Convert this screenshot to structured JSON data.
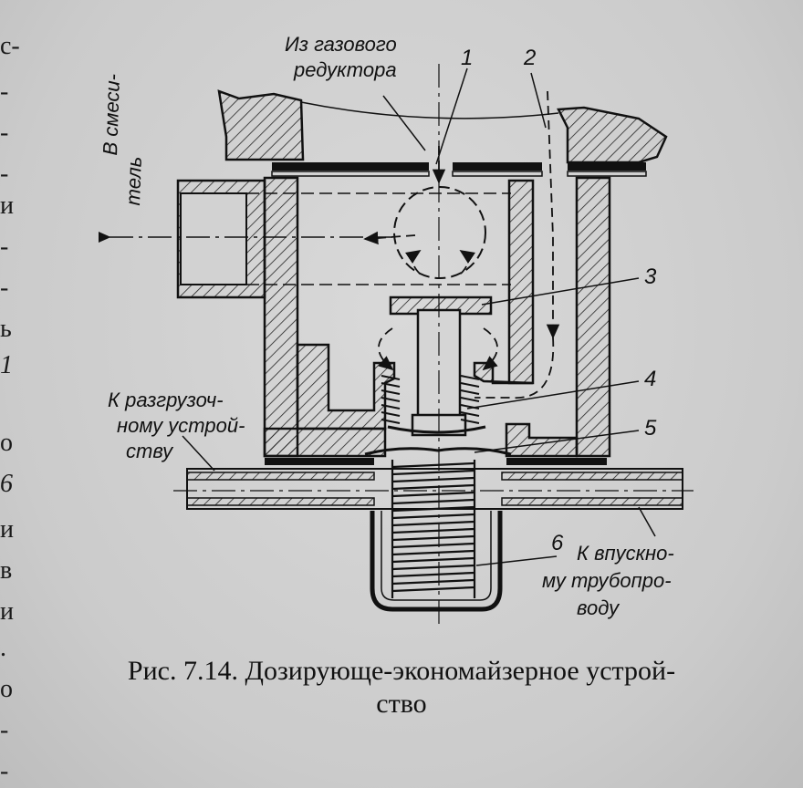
{
  "margin_text": [
    "с-",
    "-",
    "-",
    "-",
    "и",
    "-",
    "-",
    "ь",
    "1",
    "о",
    "6",
    "и",
    "в",
    "и",
    ".",
    "о",
    "-",
    "-"
  ],
  "labels": {
    "from_reducer_line1": "Из газового",
    "from_reducer_line2": "редуктора",
    "to_mixer_line1": "В смеси-",
    "to_mixer_line2": "тель",
    "unloader_line1": "К разгрузоч-",
    "unloader_line2": "ному устрой-",
    "unloader_line3": "ству",
    "intake_line1": "К впускно-",
    "intake_line2": "му трубопро-",
    "intake_line3": "воду",
    "n1": "1",
    "n2": "2",
    "n3": "3",
    "n4": "4",
    "n5": "5",
    "n6": "6"
  },
  "caption": {
    "line1": "Рис. 7.14. Дозирующе-экономайзерное устрой-",
    "line2": "ство"
  }
}
